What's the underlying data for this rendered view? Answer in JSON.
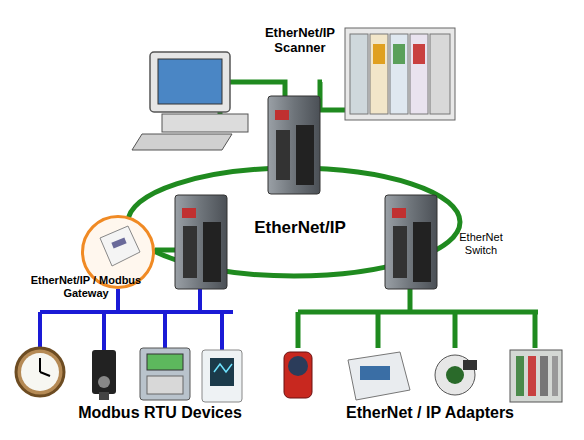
{
  "diagram": {
    "nodes": [
      {
        "text": [
          "EtherNet/IP / Modbus Gateway"
        ]
      },
      {
        "text": [
          "EtherNet Switch"
        ]
      }
    ],
    "labels": [
      "EtherNet/IP Scanner",
      "EtherNet/IP",
      "Modbus RTU Devices",
      "EtherNet / IP Adapters"
    ]
  }
}
